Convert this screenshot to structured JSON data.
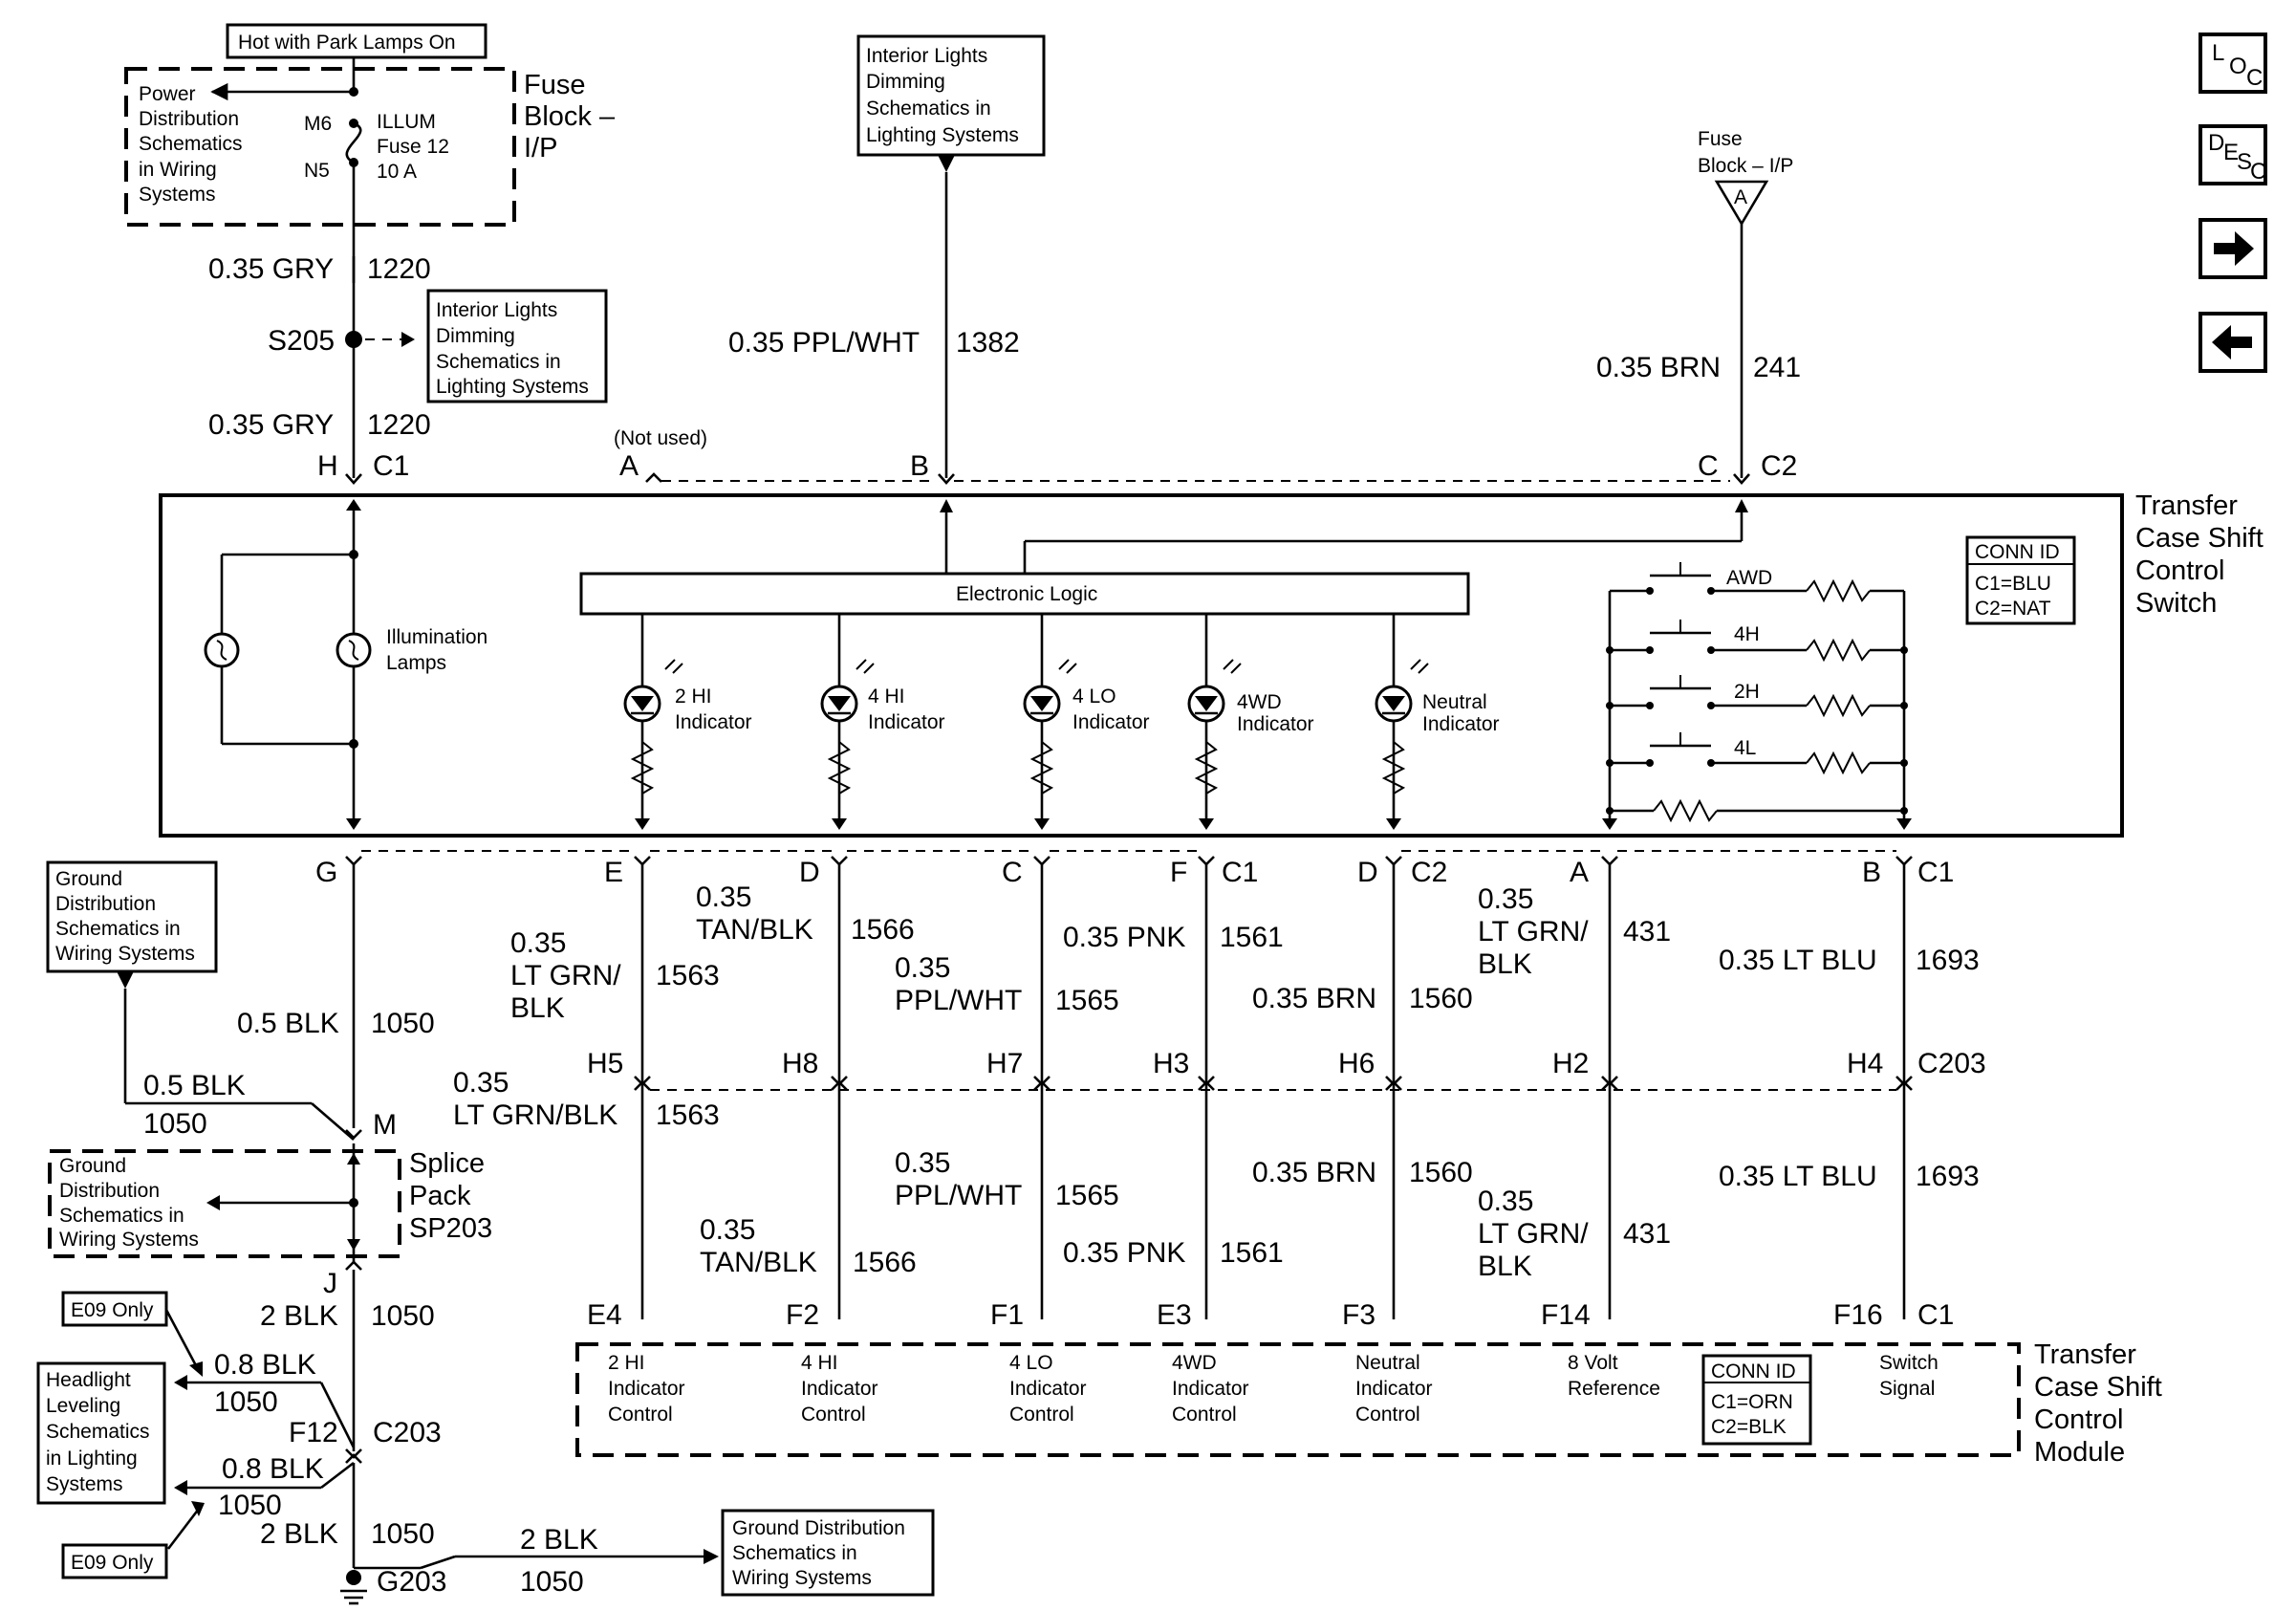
{
  "nav": {
    "loc": [
      "L",
      "O",
      "C"
    ],
    "desc": [
      "D",
      "E",
      "S",
      "C"
    ],
    "next_icon": "arrow-right-icon",
    "prev_icon": "arrow-left-icon"
  },
  "top": {
    "hot_label": "Hot with Park Lamps On",
    "fuse_block_name": [
      "Fuse",
      "Block –",
      "I/P"
    ],
    "power_dist_ref": [
      "Power",
      "Distribution",
      "Schematics",
      "in Wiring",
      "Systems"
    ],
    "fuse_pins": [
      "M6",
      "N5"
    ],
    "fuse_name": [
      "ILLUM",
      "Fuse 12",
      "10 A"
    ],
    "interior_dim_ref": [
      "Interior Lights",
      "Dimming",
      "Schematics in",
      "Lighting Systems"
    ],
    "splice_s205": "S205",
    "interior_dim_ref2": [
      "Interior Lights",
      "Dimming",
      "Schematics in",
      "Lighting Systems"
    ],
    "fuse_block_ip": [
      "Fuse",
      "Block – I/P"
    ],
    "fuse_terminal": "A",
    "not_used": "(Not used)"
  },
  "wires_top": [
    {
      "size_color": "0.35 GRY",
      "circuit": "1220"
    },
    {
      "size_color": "0.35 GRY",
      "circuit": "1220"
    },
    {
      "size_color": "0.35 PPL/WHT",
      "circuit": "1382"
    },
    {
      "size_color": "0.35 BRN",
      "circuit": "241"
    }
  ],
  "switch": {
    "name": [
      "Transfer",
      "Case Shift",
      "Control",
      "Switch"
    ],
    "top_pins": [
      "H",
      "C1",
      "A",
      "B",
      "C",
      "C2"
    ],
    "bottom_pins": [
      "G",
      "E",
      "D",
      "C",
      "F",
      "C1",
      "D",
      "C2",
      "A",
      "B",
      "C1"
    ],
    "illum_label": [
      "Illumination",
      "Lamps"
    ],
    "logic_label": "Electronic Logic",
    "indicators": [
      [
        "2 HI",
        "Indicator"
      ],
      [
        "4 HI",
        "Indicator"
      ],
      [
        "4 LO",
        "Indicator"
      ],
      [
        "4WD",
        "Indicator"
      ],
      [
        "Neutral",
        "Indicator"
      ]
    ],
    "positions": [
      "AWD",
      "4H",
      "2H",
      "4L"
    ],
    "conn_id": [
      "CONN ID",
      "C1=BLU",
      "C2=NAT"
    ]
  },
  "wires_mid": [
    {
      "size_color": "0.5 BLK",
      "circuit": "1050"
    },
    {
      "size_color": [
        "0.35",
        "LT GRN/",
        "BLK"
      ],
      "circuit": "1563"
    },
    {
      "size_color": [
        "0.35",
        "TAN/BLK"
      ],
      "circuit": "1566"
    },
    {
      "size_color": [
        "0.35",
        "PPL/WHT"
      ],
      "circuit": "1565"
    },
    {
      "size_color": "0.35 PNK",
      "circuit": "1561"
    },
    {
      "size_color": "0.35 BRN",
      "circuit": "1560"
    },
    {
      "size_color": [
        "0.35",
        "LT GRN/",
        "BLK"
      ],
      "circuit": "431"
    },
    {
      "size_color": "0.35 LT BLU",
      "circuit": "1693"
    }
  ],
  "c203_pins": [
    "H5",
    "H8",
    "H7",
    "H3",
    "H6",
    "H2",
    "H4",
    "C203"
  ],
  "wires_low": [
    {
      "size_color": [
        "0.35",
        "LT GRN/BLK"
      ],
      "circuit": "1563"
    },
    {
      "size_color": [
        "0.35",
        "TAN/BLK"
      ],
      "circuit": "1566"
    },
    {
      "size_color": [
        "0.35",
        "PPL/WHT"
      ],
      "circuit": "1565"
    },
    {
      "size_color": "0.35 PNK",
      "circuit": "1561"
    },
    {
      "size_color": "0.35 BRN",
      "circuit": "1560"
    },
    {
      "size_color": [
        "0.35",
        "LT GRN/",
        "BLK"
      ],
      "circuit": "431"
    },
    {
      "size_color": "0.35 LT BLU",
      "circuit": "1693"
    }
  ],
  "module": {
    "pins": [
      "E4",
      "F2",
      "F1",
      "E3",
      "F3",
      "F14",
      "F16",
      "C1"
    ],
    "labels": [
      [
        "2 HI",
        "Indicator",
        "Control"
      ],
      [
        "4 HI",
        "Indicator",
        "Control"
      ],
      [
        "4 LO",
        "Indicator",
        "Control"
      ],
      [
        "4WD",
        "Indicator",
        "Control"
      ],
      [
        "Neutral",
        "Indicator",
        "Control"
      ],
      [
        "8 Volt",
        "Reference"
      ],
      [
        "Switch",
        "Signal"
      ]
    ],
    "conn_id": [
      "CONN ID",
      "C1=ORN",
      "C2=BLK"
    ],
    "name": [
      "Transfer",
      "Case Shift",
      "Control",
      "Module"
    ]
  },
  "ground": {
    "ref1": [
      "Ground",
      "Distribution",
      "Schematics in",
      "Wiring Systems"
    ],
    "black_wire1": {
      "size_color": "0.5 BLK",
      "circuit": "1050"
    },
    "m_pin": "M",
    "splice_pack": [
      "Splice",
      "Pack",
      "SP203"
    ],
    "ref2": [
      "Ground",
      "Distribution",
      "Schematics in",
      "Wiring Systems"
    ],
    "j_pin": "J",
    "wire_j": {
      "size_color": "2 BLK",
      "circuit": "1050"
    },
    "e09_only": "E09 Only",
    "headlight_ref": [
      "Headlight",
      "Leveling",
      "Schematics",
      "in Lighting",
      "Systems"
    ],
    "wire_08a": {
      "size_color": "0.8 BLK",
      "circuit": "1050"
    },
    "wire_08b": {
      "size_color": "0.8 BLK",
      "circuit": "1050"
    },
    "f12_pin": "F12",
    "c203": "C203",
    "wire_g": {
      "size_color": "2 BLK",
      "circuit": "1050"
    },
    "wire_g2": {
      "size_color": "2 BLK",
      "circuit": "1050"
    },
    "g203": "G203",
    "ref3": [
      "Ground Distribution",
      "Schematics in",
      "Wiring Systems"
    ]
  }
}
